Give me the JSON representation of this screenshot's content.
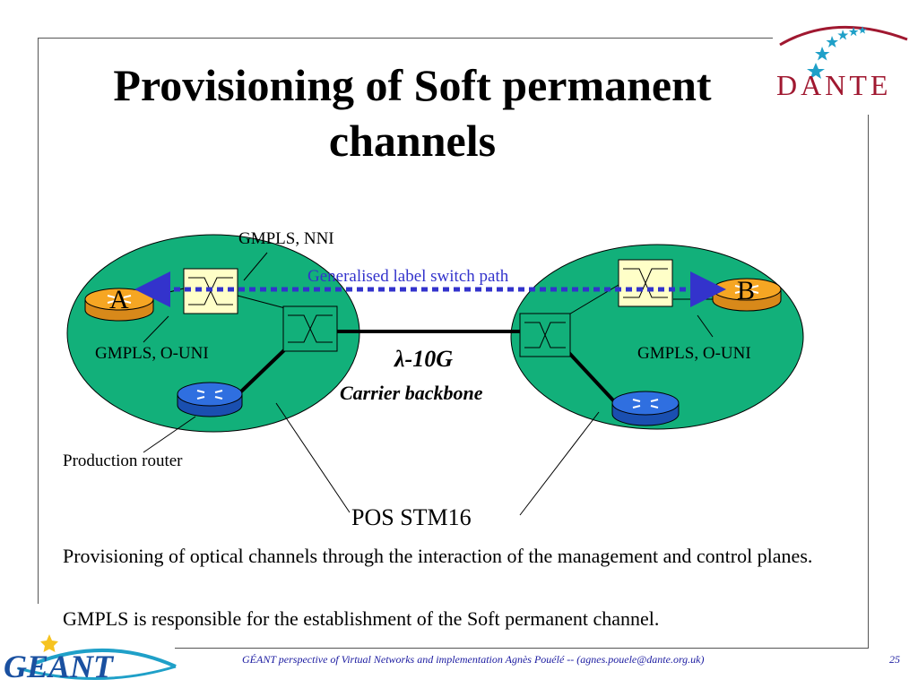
{
  "slide": {
    "title_line1": "Provisioning of Soft permanent",
    "title_line2": "channels",
    "paragraphs": [
      "Provisioning of optical channels through the interaction of the management and control planes.",
      "GMPLS is responsible for the establishment of the Soft permanent channel."
    ],
    "footer": "GÉANT perspective of Virtual Networks and implementation  Agnès Pouélé -- (agnes.pouele@dante.org.uk)",
    "page_number": "25"
  },
  "logos": {
    "dante": "DANTE",
    "geant": "GEANT"
  },
  "diagram": {
    "node_a": "A",
    "node_b": "B",
    "label_gmpls_nni": "GMPLS, NNI",
    "label_glsp": "Generalised label switch path",
    "label_ouni_left": "GMPLS, O-UNI",
    "label_ouni_right": "GMPLS, O-UNI",
    "label_lambda": "λ-10G",
    "label_carrier": "Carrier backbone",
    "label_production_router": "Production router",
    "label_pos": "POS STM16"
  },
  "colors": {
    "cloud": "#12b07a",
    "switch": "#ffffc8",
    "router_orange": "#f6a623",
    "router_blue": "#2f6fe0",
    "path_blue": "#3333cc"
  }
}
